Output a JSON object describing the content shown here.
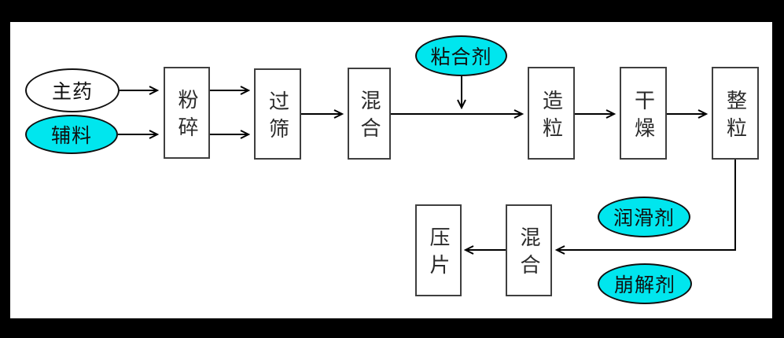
{
  "diagram": {
    "type": "flowchart",
    "description": "Tablet wet-granulation manufacturing process flow",
    "colors": {
      "highlight_fill": "#00e6ee",
      "node_fill": "#ffffff",
      "line": "#000000",
      "box_border": "#3f3f3f",
      "frame": "#000000",
      "canvas": "#ffffff"
    },
    "nodes": {
      "main_drug": {
        "label": "主药",
        "shape": "ellipse",
        "fill": "white"
      },
      "excipient": {
        "label": "辅料",
        "shape": "ellipse",
        "fill": "cyan"
      },
      "crush": {
        "label": "粉碎",
        "shape": "box"
      },
      "sieve": {
        "label": "过筛",
        "shape": "box"
      },
      "mix_1": {
        "label": "混合",
        "shape": "box"
      },
      "binder": {
        "label": "粘合剂",
        "shape": "ellipse",
        "fill": "cyan"
      },
      "granulate": {
        "label": "造粒",
        "shape": "box"
      },
      "dry": {
        "label": "干燥",
        "shape": "box"
      },
      "size_granules": {
        "label": "整粒",
        "shape": "box"
      },
      "lubricant": {
        "label": "润滑剂",
        "shape": "ellipse",
        "fill": "cyan"
      },
      "disintegrant": {
        "label": "崩解剂",
        "shape": "ellipse",
        "fill": "cyan"
      },
      "mix_2": {
        "label": "混合",
        "shape": "box"
      },
      "tablet_press": {
        "label": "压片",
        "shape": "box"
      }
    },
    "edges": [
      {
        "from": "main_drug",
        "to": "crush"
      },
      {
        "from": "excipient",
        "to": "crush"
      },
      {
        "from": "crush",
        "to": "sieve",
        "note": "upper arrow"
      },
      {
        "from": "crush",
        "to": "sieve",
        "note": "lower arrow"
      },
      {
        "from": "sieve",
        "to": "mix_1"
      },
      {
        "from": "mix_1",
        "to": "granulate"
      },
      {
        "from": "binder",
        "to": "mix_1-granulate-line"
      },
      {
        "from": "granulate",
        "to": "dry"
      },
      {
        "from": "dry",
        "to": "size_granules"
      },
      {
        "from": "size_granules",
        "to": "mix_2",
        "note": "down then left"
      },
      {
        "from": "mix_2",
        "to": "tablet_press"
      }
    ]
  }
}
